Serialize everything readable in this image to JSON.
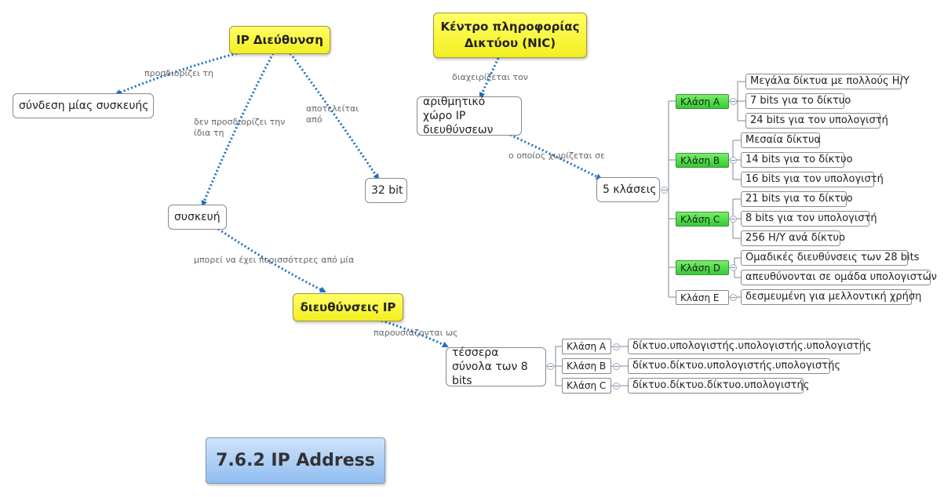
{
  "title": "7.6.2 IP Address",
  "nodes": {
    "ip_address": "IP Διεύθυνση",
    "nic": "Κέντρο πληροφορίας Δικτύου (NIC)",
    "device_connection": "σύνδεση μίας συσκευής",
    "bits_32": "32 bit",
    "device": "συσκευή",
    "ip_addresses": "διευθύνσεις IP",
    "address_space": "αριθμητικό χώρο IP διευθύνσεων",
    "five_classes": "5 κλάσεις",
    "four_sets": "τέσσερα σύνολα των 8 bits"
  },
  "link_labels": {
    "specifies": "προσδιορίζει τη",
    "not_same": "δεν προσδιορίζει την ίδια τη",
    "consists_of": "αποτελείται από",
    "manages": "διαχειρίζεται τον",
    "divided_into": "ο οποίος χωρίζεται σε",
    "may_have_more": "μπορεί να έχει περισσότερες από μία",
    "represented_as": "παρουσιάζονται ως"
  },
  "classes": [
    {
      "name": "Κλάση   A",
      "items": [
        "Μεγάλα δίκτυα με πολλούς Η/Υ",
        "7 bits για το δίκτυο",
        "24 bits για τον υπολογιστή"
      ]
    },
    {
      "name": "Κλάση B",
      "items": [
        "Μεσαία δίκτυα",
        "14 bits για το δίκτυο",
        "16 bits για τον υπολογιστή"
      ]
    },
    {
      "name": "Κλάση C",
      "items": [
        "21 bits για το δίκτυο",
        "8 bits για τον υπολογιστή",
        "256 Η/Υ ανά δίκτυο"
      ]
    },
    {
      "name": "Κλάση D",
      "items": [
        "Ομαδικές διευθύνσεις των 28 bits",
        "απευθύνονται σε ομάδα υπολογιστών"
      ]
    },
    {
      "name": "Κλάση E",
      "items": [
        "δεσμευμένη για μελλοντική χρήση"
      ]
    }
  ],
  "formats": [
    {
      "name": "Κλάση A",
      "pattern": "δίκτυο.υπολογιστής.υπολογιστής.υπολογιστής"
    },
    {
      "name": "Κλάση B",
      "pattern": "δίκτυο.δίκτυο.υπολογιστής.υπολογιστής"
    },
    {
      "name": "Κλάση C",
      "pattern": "δίκτυο.δίκτυο.δίκτυο.υπολογιστής"
    }
  ],
  "colors": {
    "main_topic": "#ffff33",
    "class_highlight": "#44dd44",
    "link": "#1f6fc2",
    "title_box": "#a8cdf4"
  }
}
